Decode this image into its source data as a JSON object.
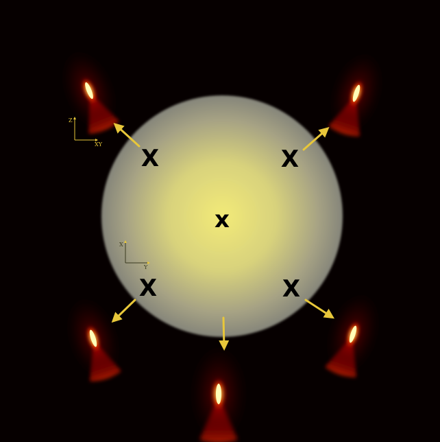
{
  "markers": {
    "center": "x",
    "upper_left": "X",
    "upper_right": "X",
    "lower_left": "X",
    "lower_right": "X"
  },
  "axes": {
    "zxy": {
      "vertical": "Z",
      "horizontal": "XY"
    },
    "xy": {
      "vertical": "X",
      "horizontal": "Y"
    }
  },
  "colors": {
    "background": "#000000",
    "disk_center": "#f0e878",
    "disk_edge": "#8a8a76",
    "arrow": "#e8c73a",
    "focal_hot": "#ffff9a",
    "focal_mid": "#ff3a00",
    "focal_outer": "#9a0000",
    "marker": "#000000"
  }
}
